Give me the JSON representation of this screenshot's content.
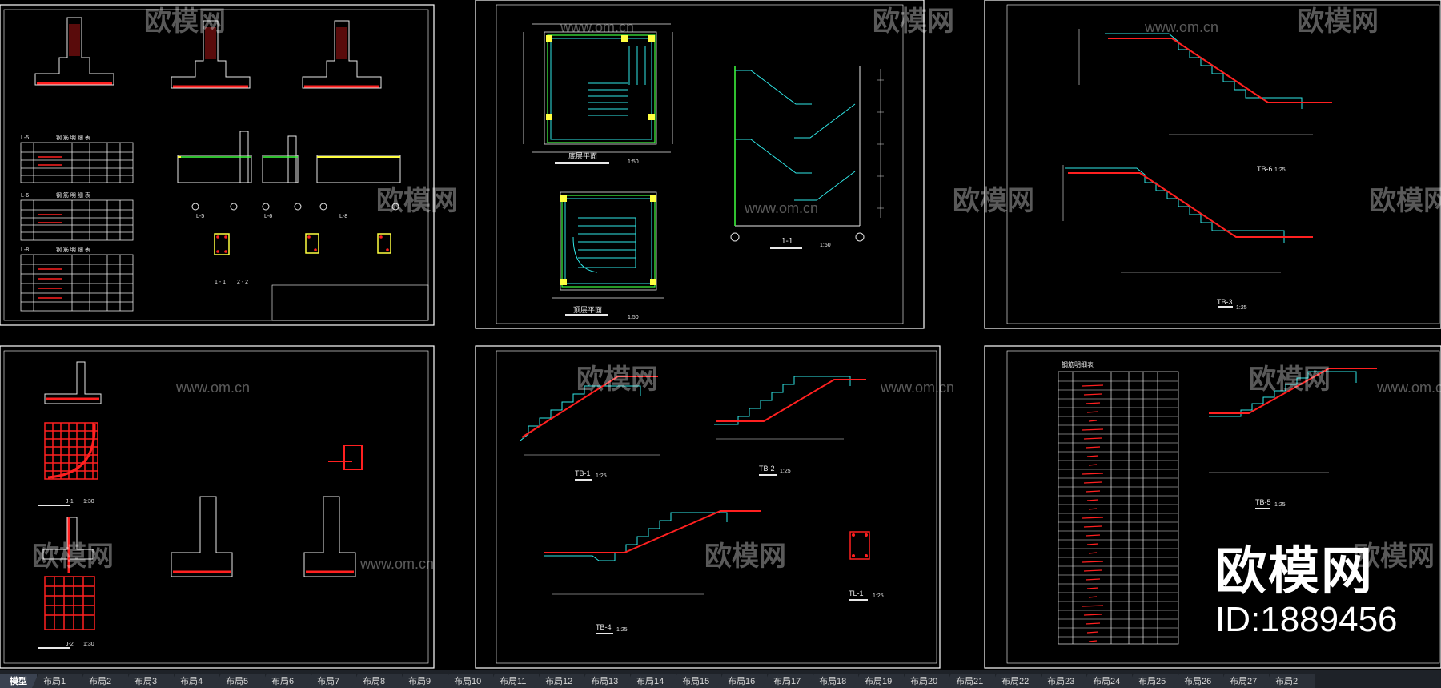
{
  "watermark": {
    "logo_text": "欧模网",
    "url_text": "www.om.cn"
  },
  "brand": {
    "logo": "欧模网",
    "id": "ID:1889456"
  },
  "panels": {
    "foundation_top": {
      "tables": [
        {
          "title": "L-5",
          "subtitle": "钢 筋 明 细 表"
        },
        {
          "title": "L-6",
          "subtitle": "钢 筋 明 细 表"
        },
        {
          "title": "L-8",
          "subtitle": "钢 筋 明 细 表"
        }
      ],
      "labels": [
        "L-5",
        "L-6",
        "L-8",
        "1 - 1",
        "2 - 2"
      ]
    },
    "stair_plan": {
      "labels": [
        "底层平面",
        "顶层平面",
        "1:50",
        "1-1",
        "1:50"
      ]
    },
    "stair_section_top": {
      "labels": [
        "TB-6",
        "1:25",
        "TB-3",
        "1:25"
      ]
    },
    "foundation_bottom": {
      "labels": [
        "J-1",
        "1:30",
        "J-2",
        "1:30"
      ]
    },
    "stair_beams": {
      "labels": [
        "TB-1",
        "1:25",
        "TB-2",
        "1:25",
        "TB-4",
        "1:25",
        "TL-1",
        "1:25"
      ]
    },
    "steel_schedule": {
      "title": "钢筋明细表",
      "labels": [
        "TB-5",
        "1:25"
      ]
    }
  },
  "tabs": {
    "model": "模型",
    "layouts": [
      "布局1",
      "布局2",
      "布局3",
      "布局4",
      "布局5",
      "布局6",
      "布局7",
      "布局8",
      "布局9",
      "布局10",
      "布局11",
      "布局12",
      "布局13",
      "布局14",
      "布局15",
      "布局16",
      "布局17",
      "布局18",
      "布局19",
      "布局20",
      "布局21",
      "布局22",
      "布局23",
      "布局24",
      "布局25",
      "布局26",
      "布局27",
      "布局2"
    ]
  },
  "colors": {
    "background": "#000000",
    "frame": "#ffffff",
    "rebar_red": "#ff2020",
    "concrete_cyan": "#30e8e8",
    "dimension_green": "#40ff40",
    "column_yellow": "#ffff40"
  }
}
